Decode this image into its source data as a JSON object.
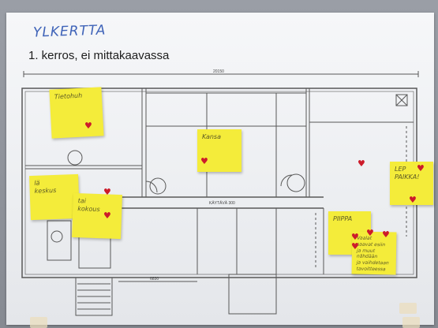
{
  "poster": {
    "handwritten_title": "YLKERTTA",
    "printed_title": "1. kerros, ei mittakaavassa"
  },
  "plan_labels": {
    "dim_top": "20150",
    "dim_bottom": "6830",
    "corridor": "KÄYTÄVÄ 300"
  },
  "notes": [
    {
      "id": "top-left",
      "text": "Tietohuh"
    },
    {
      "id": "center",
      "text": "Kansa"
    },
    {
      "id": "left-middle",
      "text": "lä\nkeskus"
    },
    {
      "id": "left-lower",
      "text": "tai\nkokous"
    },
    {
      "id": "right-middle",
      "text": "LEP\nPAIKKA!"
    },
    {
      "id": "bottom-right-a",
      "text": "PIIPPA"
    },
    {
      "id": "bottom-right-b",
      "text": "Vaalat\nsaavat esiin\nja muut nähdään\nja vaihdetaan\ntavoitteessa"
    }
  ],
  "colors": {
    "sticky": "#f4ec3a",
    "heart": "#cc1b2a",
    "ink": "#3f63b8"
  }
}
